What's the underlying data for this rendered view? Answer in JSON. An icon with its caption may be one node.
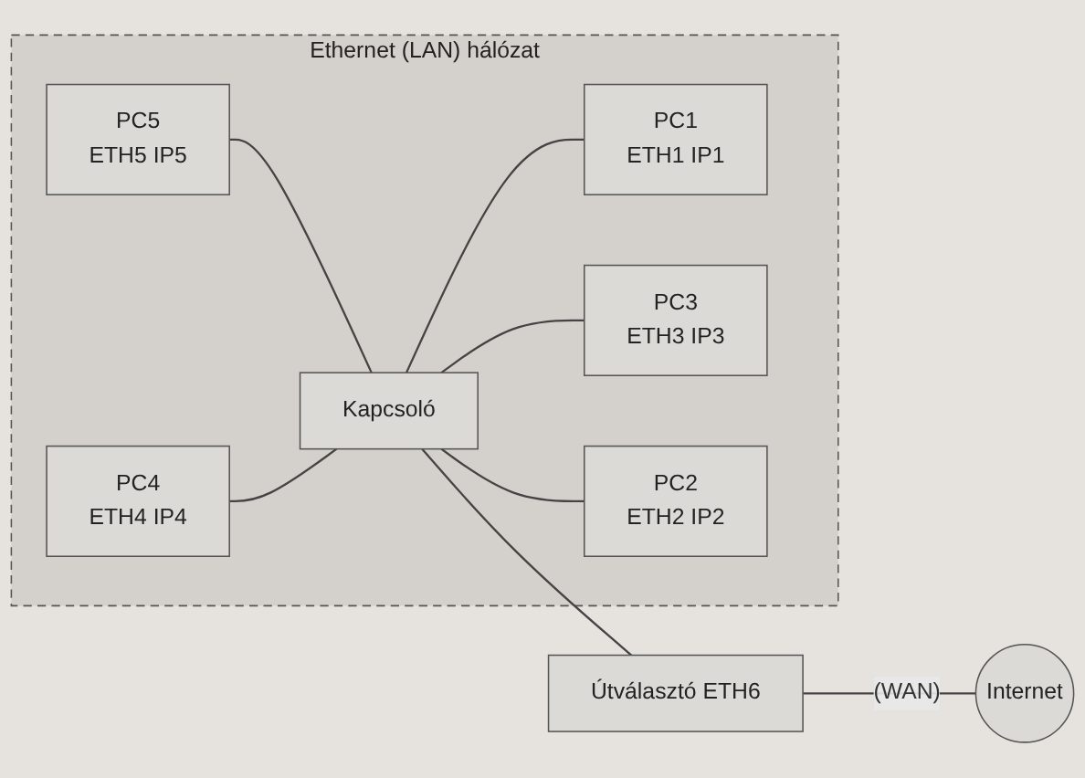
{
  "diagram": {
    "nodes": [
      {
        "text": [
          "Ethernet (LAN) hálózat"
        ]
      },
      {
        "text": [
          "PC5",
          "ETH5 IP5"
        ],
        "in": 0
      },
      {
        "text": [
          "PC4",
          "ETH4 IP4"
        ],
        "in": 0
      },
      {
        "text": [
          "Kapcsoló"
        ],
        "in": 0
      },
      {
        "text": [
          "PC1",
          "ETH1 IP1"
        ],
        "in": 0
      },
      {
        "text": [
          "PC3",
          "ETH3 IP3"
        ],
        "in": 0
      },
      {
        "text": [
          "PC2",
          "ETH2 IP2"
        ],
        "in": 0
      },
      {
        "text": [
          "Útválasztó ETH6"
        ]
      },
      {
        "text": [
          "Internet"
        ]
      }
    ],
    "edges": [
      {
        "from": 1,
        "to": 3,
        "arrow": "none"
      },
      {
        "from": 2,
        "to": 3,
        "arrow": "none"
      },
      {
        "from": 3,
        "to": 7,
        "arrow": "none"
      },
      {
        "from": 3,
        "to": 4,
        "arrow": "none"
      },
      {
        "from": 3,
        "to": 5,
        "arrow": "none"
      },
      {
        "from": 3,
        "to": 6,
        "arrow": "none"
      },
      {
        "from": 7,
        "to": 8,
        "label": "(WAN)",
        "arrow": "none"
      }
    ]
  }
}
